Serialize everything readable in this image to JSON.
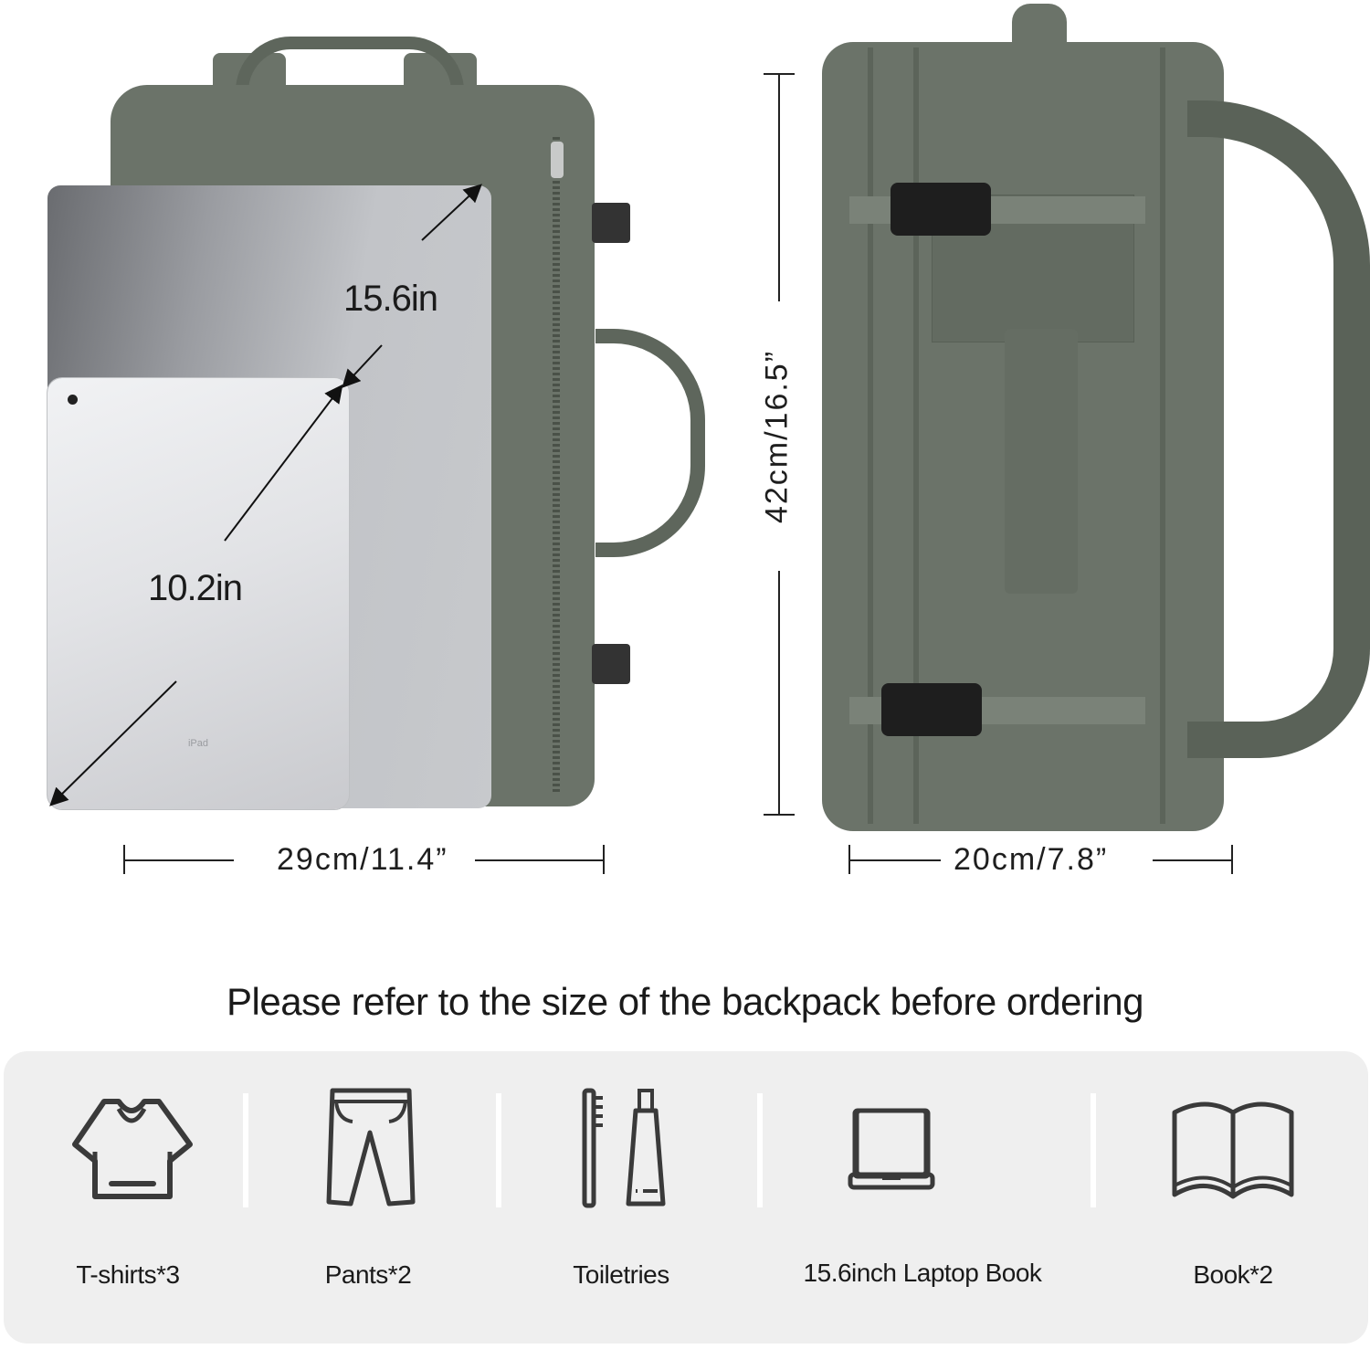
{
  "front_view": {
    "laptop_diagonal": "15.6in",
    "tablet_diagonal": "10.2in",
    "tablet_brand_label": "iPad",
    "width_dimension": "29cm/11.4”"
  },
  "side_view": {
    "height_dimension": "42cm/16.5”",
    "depth_dimension": "20cm/7.8”"
  },
  "headline": "Please refer to the size of the backpack before ordering",
  "capacity_items": [
    {
      "icon": "tshirt-icon",
      "label": "T-shirts*3"
    },
    {
      "icon": "pants-icon",
      "label": "Pants*2"
    },
    {
      "icon": "toiletries-icon",
      "label": "Toiletries"
    },
    {
      "icon": "laptop-icon",
      "label": "15.6inch Laptop Book"
    },
    {
      "icon": "open-book-icon",
      "label": "Book*2"
    }
  ],
  "colors": {
    "backpack": "#6b7369",
    "panel_background": "#efefef",
    "icon_stroke": "#3a3a3a",
    "text": "#1a1a1a"
  }
}
